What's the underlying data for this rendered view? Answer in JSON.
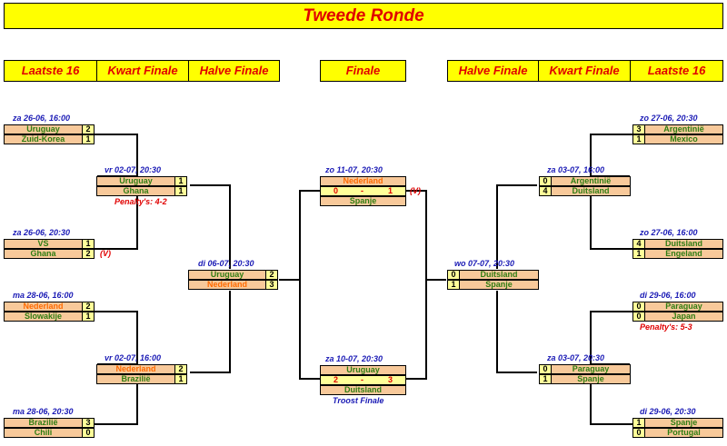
{
  "title": "Tweede Ronde",
  "headers": {
    "l16_left": "Laatste 16",
    "qf_left": "Kwart Finale",
    "sf_left": "Halve Finale",
    "final": "Finale",
    "sf_right": "Halve Finale",
    "qf_right": "Kwart Finale",
    "l16_right": "Laatste 16"
  },
  "matches": {
    "l1": {
      "date": "za 26-06, 16:00",
      "t1": "Uruguay",
      "s1": "2",
      "t2": "Zuid-Korea",
      "s2": "1"
    },
    "l2": {
      "date": "za 26-06, 20:30",
      "t1": "VS",
      "s1": "1",
      "t2": "Ghana",
      "s2": "2",
      "note": "(V)"
    },
    "l3": {
      "date": "ma 28-06, 16:00",
      "t1": "Nederland",
      "s1": "2",
      "t2": "Slowakije",
      "s2": "1"
    },
    "l4": {
      "date": "ma 28-06, 20:30",
      "t1": "Brazilië",
      "s1": "3",
      "t2": "Chili",
      "s2": "0"
    },
    "q1": {
      "date": "vr 02-07, 20:30",
      "t1": "Uruguay",
      "s1": "1",
      "t2": "Ghana",
      "s2": "1",
      "note": "Penalty's: 4-2"
    },
    "q2": {
      "date": "vr 02-07, 16:00",
      "t1": "Nederland",
      "s1": "2",
      "t2": "Brazilië",
      "s2": "1"
    },
    "s1": {
      "date": "di 06-07, 20:30",
      "t1": "Uruguay",
      "s1": "2",
      "t2": "Nederland",
      "s2": "3"
    },
    "f": {
      "date": "zo 11-07, 20:30",
      "t1": "Nederland",
      "s1": "0",
      "dash": "-",
      "s2": "1",
      "t2": "Spanje",
      "note": "(V)"
    },
    "t": {
      "date": "za 10-07, 20:30",
      "t1": "Uruguay",
      "s1": "2",
      "dash": "-",
      "s2": "3",
      "t2": "Duitsland",
      "note": "Troost Finale"
    },
    "s2": {
      "date": "wo 07-07, 20:30",
      "t1": "Duitsland",
      "s1": "0",
      "t2": "Spanje",
      "s2": "1"
    },
    "q3": {
      "date": "za 03-07, 16:00",
      "t1": "Argentinië",
      "s1": "0",
      "t2": "Duitsland",
      "s2": "4"
    },
    "q4": {
      "date": "za 03-07, 20:30",
      "t1": "Paraguay",
      "s1": "0",
      "t2": "Spanje",
      "s2": "1"
    },
    "r1": {
      "date": "zo 27-06, 20:30",
      "t1": "Argentinië",
      "s1": "3",
      "t2": "Mexico",
      "s2": "1"
    },
    "r2": {
      "date": "zo 27-06, 16:00",
      "t1": "Duitsland",
      "s1": "4",
      "t2": "Engeland",
      "s2": "1"
    },
    "r3": {
      "date": "di 29-06, 16:00",
      "t1": "Paraguay",
      "s1": "0",
      "t2": "Japan",
      "s2": "0",
      "note": "Penalty's: 5-3"
    },
    "r4": {
      "date": "di 29-06, 20:30",
      "t1": "Spanje",
      "s1": "1",
      "t2": "Portugal",
      "s2": "0"
    }
  }
}
